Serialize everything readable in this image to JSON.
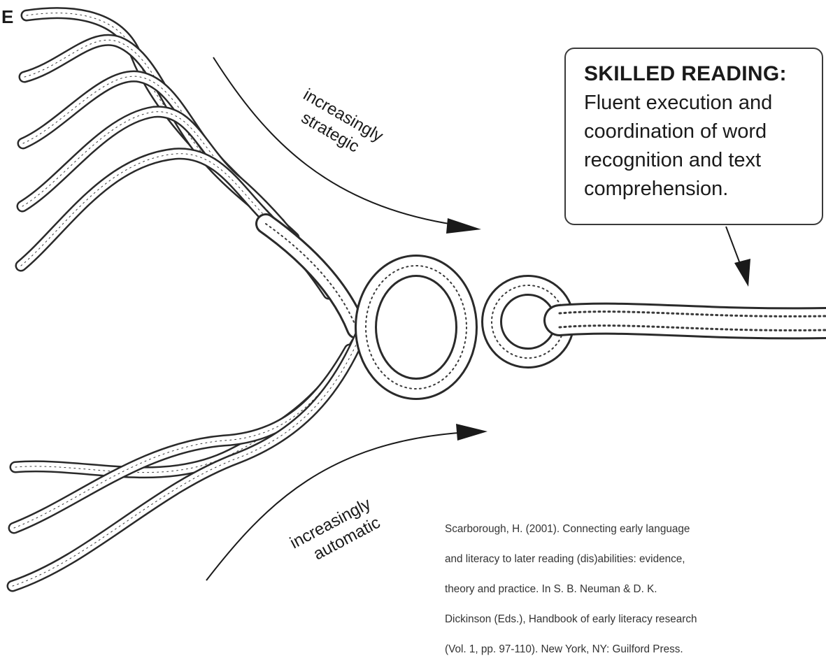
{
  "edge_letter": "E",
  "strategic_arrow": {
    "line1": "increasingly",
    "line2": "strategic"
  },
  "automatic_arrow": {
    "line1": "increasingly",
    "line2": "automatic"
  },
  "callout": {
    "title": "SKILLED READING:",
    "body": "Fluent execution and coordination of word recognition and text comprehension."
  },
  "citation": {
    "line1": "Scarborough, H. (2001). Connecting early language",
    "line2": "and literacy to later reading (dis)abilities: evidence,",
    "line3": "theory and practice. In S. B. Neuman & D. K.",
    "line4": "Dickinson (Eds.), Handbook of early literacy research",
    "line5": "(Vol. 1, pp. 97-110). New York, NY: Guilford Press."
  },
  "colors": {
    "ink": "#1a1a1a",
    "rope_fill": "#ffffff",
    "background": "#ffffff"
  }
}
